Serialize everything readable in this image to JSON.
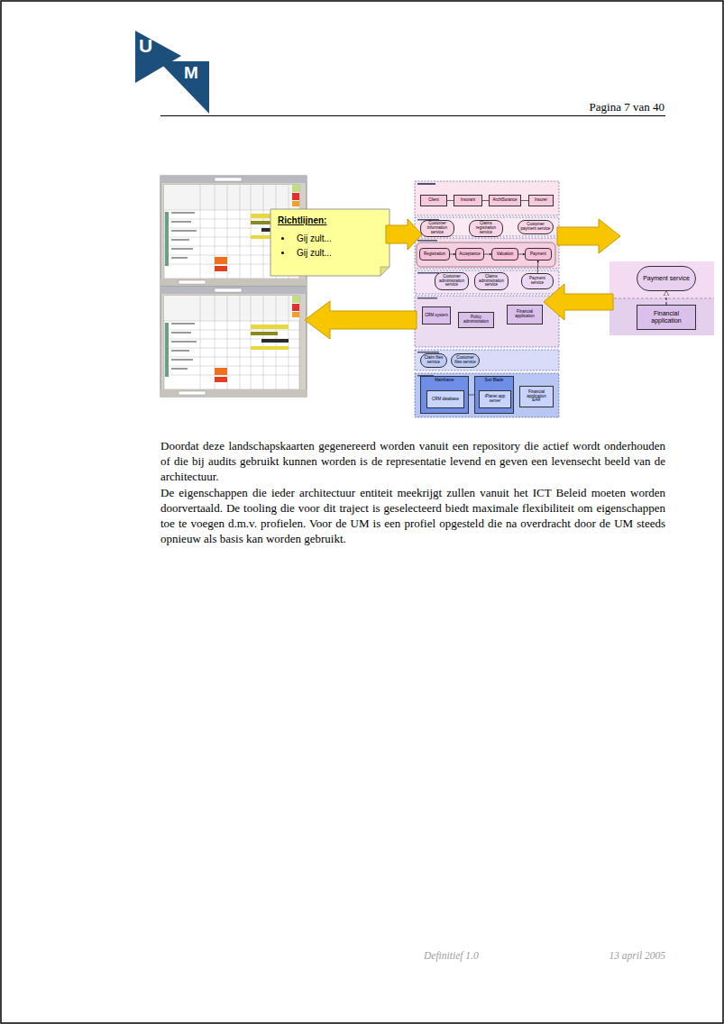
{
  "diagram": {
    "nodes": [
      {
        "text": [
          "Richtlijnen:",
          "Gij zult...",
          "Gij zult..."
        ]
      },
      {
        "text": [
          "Client"
        ]
      },
      {
        "text": [
          "Insurant"
        ]
      },
      {
        "text": [
          "ArchiSurance"
        ]
      },
      {
        "text": [
          "Insurer"
        ]
      },
      {
        "text": [
          "Customer information service"
        ]
      },
      {
        "text": [
          "Claims registration service"
        ]
      },
      {
        "text": [
          "Customer payment service"
        ]
      },
      {
        "text": [
          "Registration"
        ]
      },
      {
        "text": [
          "Acceptance"
        ]
      },
      {
        "text": [
          "Valuation"
        ]
      },
      {
        "text": [
          "Payment"
        ]
      },
      {
        "text": [
          "Customer administration service"
        ]
      },
      {
        "text": [
          "Claims administration service"
        ]
      },
      {
        "text": [
          "Payment service"
        ]
      },
      {
        "text": [
          "CRM system"
        ]
      },
      {
        "text": [
          "Policy administration"
        ]
      },
      {
        "text": [
          "Financial application"
        ]
      },
      {
        "text": [
          "Claim files service"
        ]
      },
      {
        "text": [
          "Customer files service"
        ]
      },
      {
        "text": [
          "Mainframe"
        ]
      },
      {
        "text": [
          "CRM database"
        ],
        "in": 20
      },
      {
        "text": [
          "Sun Blade"
        ]
      },
      {
        "text": [
          "iPlanet app server"
        ],
        "in": 22
      },
      {
        "text": [
          "Financial application EAR"
        ]
      },
      {
        "text": [
          "Payment service"
        ]
      },
      {
        "text": [
          "Financial application"
        ]
      }
    ],
    "edges": [
      {
        "from": 1,
        "to": 2,
        "arrow": "none"
      },
      {
        "from": 2,
        "to": 3,
        "arrow": "none"
      },
      {
        "from": 3,
        "to": 4,
        "arrow": "none"
      },
      {
        "from": 8,
        "to": 9,
        "arrow": "to"
      },
      {
        "from": 9,
        "to": 10,
        "arrow": "to"
      },
      {
        "from": 10,
        "to": 11,
        "arrow": "to"
      },
      {
        "from": 14,
        "to": 11,
        "arrow": "to"
      },
      {
        "from": 20,
        "to": 22,
        "arrow": "none"
      },
      {
        "from": 26,
        "to": 25,
        "arrow": "to"
      }
    ],
    "labels": [
      "U",
      "M",
      "Pagina 7 van 40",
      "Doordat deze landschapskaarten gegenereerd worden vanuit een repository die actief wordt onderhouden of die bij audits gebruikt kunnen worden is de representatie levend en geven een levensecht beeld van de architectuur.",
      "De eigenschappen die ieder architectuur entiteit meekrijgt zullen vanuit het ICT Beleid moeten worden doorvertaald. De tooling die voor dit traject is geselecteerd biedt maximale flexibiliteit om eigenschappen toe te voegen d.m.v. profielen. Voor de UM is een profiel opgesteld die na overdracht door de UM steeds opnieuw als basis kan worden gebruikt.",
      "Definitief 1.0",
      "13 april 2005"
    ]
  }
}
